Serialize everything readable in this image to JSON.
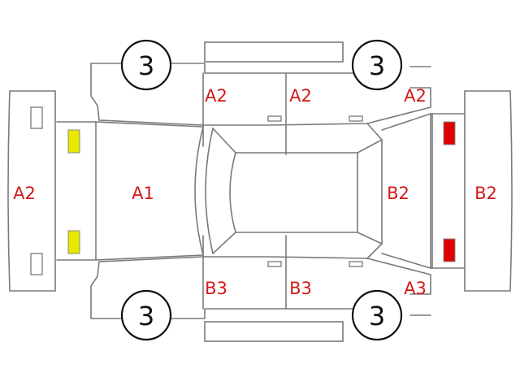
{
  "wheel_label": "3",
  "codes": {
    "front_bumper": "A2",
    "hood": "A1",
    "upper_front_door": "A2",
    "upper_rear_door": "A2",
    "upper_rear_fender": "A2",
    "trunk": "B2",
    "rear_bumper": "B2",
    "lower_front_door": "B3",
    "lower_rear_door": "B3",
    "lower_rear_fender": "A3"
  },
  "colors": {
    "code_text": "#d11a1a",
    "headlight": "#e8e800",
    "taillight": "#dd0000",
    "outline": "#7a7a7a"
  }
}
